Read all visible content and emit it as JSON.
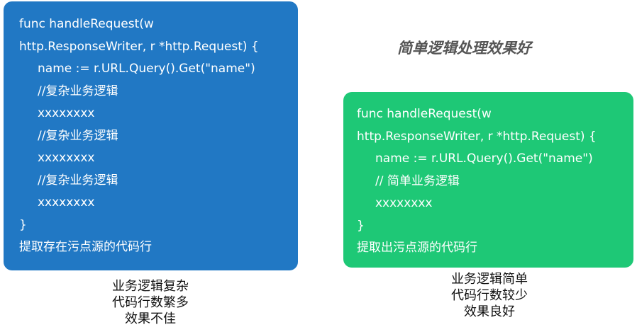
{
  "left_card": {
    "lines": [
      "func handleRequest(w",
      "http.ResponseWriter, r *http.Request) {",
      "name := r.URL.Query().Get(\"name\")",
      "//复杂业务逻辑",
      "xxxxxxxx",
      "//复杂业务逻辑",
      "xxxxxxxx",
      "//复杂业务逻辑",
      "xxxxxxxx",
      "}",
      "提取存在污点源的代码行"
    ],
    "color": "#2178c4"
  },
  "right_card": {
    "lines": [
      "func handleRequest(w",
      "http.ResponseWriter, r *http.Request) {",
      "name := r.URL.Query().Get(\"name\")",
      "// 简单业务逻辑",
      "xxxxxxxx",
      "}",
      "提取出污点源的代码行"
    ],
    "color": "#1ec876"
  },
  "heading": "简单逻辑处理效果好",
  "left_caption": [
    "业务逻辑复杂",
    "代码行数繁多",
    "效果不佳"
  ],
  "right_caption": [
    "业务逻辑简单",
    "代码行数较少",
    "效果良好"
  ]
}
